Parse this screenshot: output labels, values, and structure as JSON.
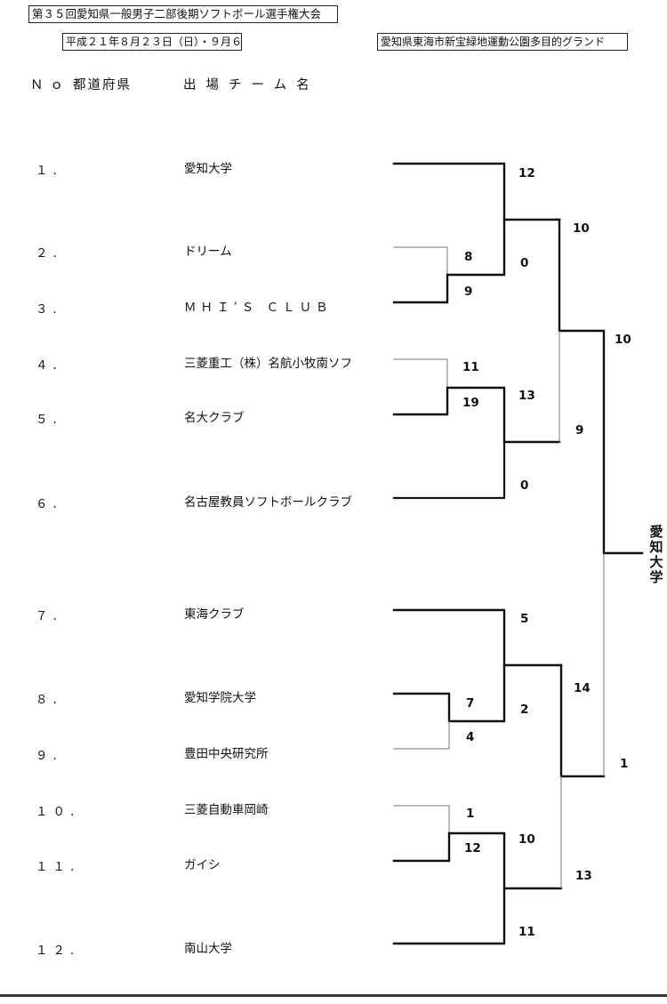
{
  "header": {
    "title": "第３５回愛知県一般男子二部後期ソフトボール選手権大会",
    "date": "平成２１年８月２３日（日）・９月６",
    "venue": "愛知県東海市新宝緑地運動公園多目的グランド"
  },
  "columns": {
    "no": "Ｎｏ",
    "prefecture": "都道府県",
    "team": "出場チーム名"
  },
  "teams": [
    {
      "no": "１.",
      "name": "愛知大学"
    },
    {
      "no": "２.",
      "name": "ドリーム"
    },
    {
      "no": "３.",
      "name": "ＭＨＩ’Ｓ ＣＬＵＢ"
    },
    {
      "no": "４.",
      "name": "三菱重工（株）名航小牧南ソフ"
    },
    {
      "no": "５.",
      "name": "名大クラブ"
    },
    {
      "no": "６.",
      "name": "名古屋教員ソフトボールクラブ"
    },
    {
      "no": "７.",
      "name": "東海クラブ"
    },
    {
      "no": "８.",
      "name": "愛知学院大学"
    },
    {
      "no": "９.",
      "name": "豊田中央研究所"
    },
    {
      "no": "１０.",
      "name": "三菱自動車岡崎"
    },
    {
      "no": "１１.",
      "name": "ガイシ"
    },
    {
      "no": "１２.",
      "name": "南山大学"
    }
  ],
  "scores": [
    "12",
    "10",
    "8",
    "0",
    "9",
    "10",
    "11",
    "13",
    "19",
    "9",
    "0",
    "5",
    "14",
    "7",
    "2",
    "4",
    "1",
    "1",
    "10",
    "12",
    "13",
    "11"
  ],
  "winner": "愛知大学"
}
